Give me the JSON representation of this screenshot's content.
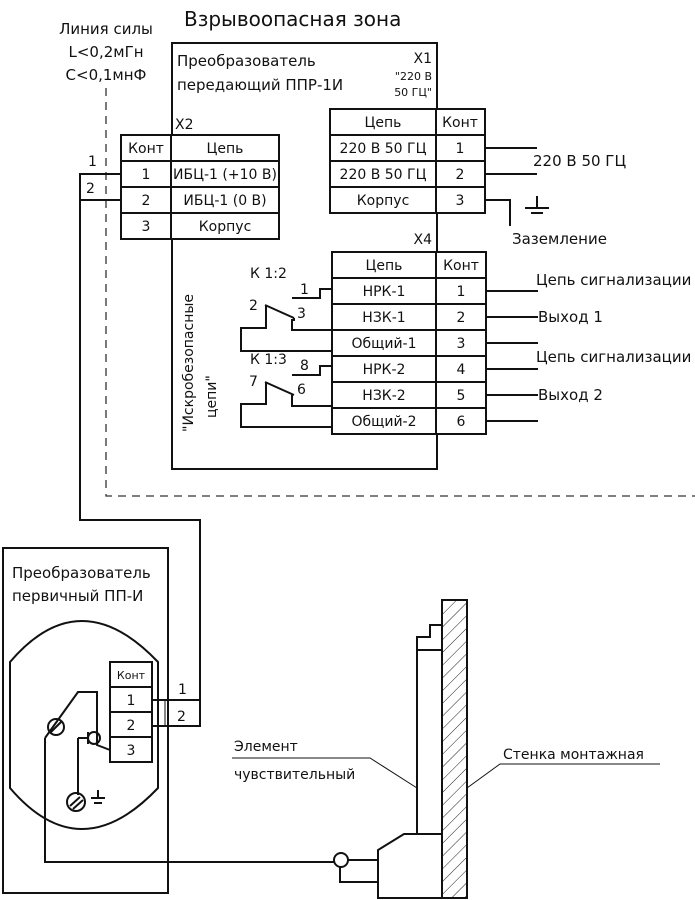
{
  "zone_title": "Взрывоопасная зона",
  "line_spec": {
    "title": "Линия силы",
    "inductance": "L<0,2мГн",
    "capacitance": "C<0,1мнФ"
  },
  "transmitter": {
    "title_line1": "Преобразователь",
    "title_line2": "передающий ППР-1И",
    "x1": {
      "label": "X1",
      "note_line1": "\"220 В",
      "note_line2": "50 ГЦ\"",
      "header_circuit": "Цепь",
      "header_contact": "Конт",
      "rows": [
        {
          "circuit": "220 В 50 ГЦ",
          "contact": "1"
        },
        {
          "circuit": "220 В 50 ГЦ",
          "contact": "2"
        },
        {
          "circuit": "Корпус",
          "contact": "3"
        }
      ],
      "supply_label": "220 В 50 ГЦ",
      "ground_label": "Заземление"
    },
    "x2": {
      "label": "X2",
      "header_contact": "Конт",
      "header_circuit": "Цепь",
      "rows": [
        {
          "contact": "1",
          "circuit": "ИБЦ-1 (+10 В)"
        },
        {
          "contact": "2",
          "circuit": "ИБЦ-1 (0 В)"
        },
        {
          "contact": "3",
          "circuit": "Корпус"
        }
      ],
      "wire_labels": [
        "1",
        "2"
      ]
    },
    "x4": {
      "label": "X4",
      "header_circuit": "Цепь",
      "header_contact": "Конт",
      "rows": [
        {
          "circuit": "НРК-1",
          "contact": "1"
        },
        {
          "circuit": "НЗК-1",
          "contact": "2"
        },
        {
          "circuit": "Общий-1",
          "contact": "3"
        },
        {
          "circuit": "НРК-2",
          "contact": "4"
        },
        {
          "circuit": "НЗК-2",
          "contact": "5"
        },
        {
          "circuit": "Общий-2",
          "contact": "6"
        }
      ],
      "outputs": [
        {
          "label": "Цепь сигнализации"
        },
        {
          "label": "Выход 1"
        },
        {
          "label": "Цепь сигнализации"
        },
        {
          "label": "Выход 2"
        }
      ]
    },
    "relays": [
      {
        "name": "К 1:2",
        "pins": [
          "1",
          "2",
          "3"
        ]
      },
      {
        "name": "К 1:3",
        "pins": [
          "8",
          "7",
          "6"
        ]
      }
    ],
    "intrinsic_label_line1": "\"Искробезопасные",
    "intrinsic_label_line2": "цепи\""
  },
  "primary": {
    "title_line1": "Преобразователь",
    "title_line2": "первичный ПП-И",
    "terminal": {
      "header": "Конт",
      "rows": [
        "1",
        "2",
        "3"
      ]
    },
    "wire_labels": [
      "1",
      "2"
    ]
  },
  "sensor": {
    "element_line1": "Элемент",
    "element_line2": "чувствительный",
    "wall_label": "Стенка монтажная"
  }
}
